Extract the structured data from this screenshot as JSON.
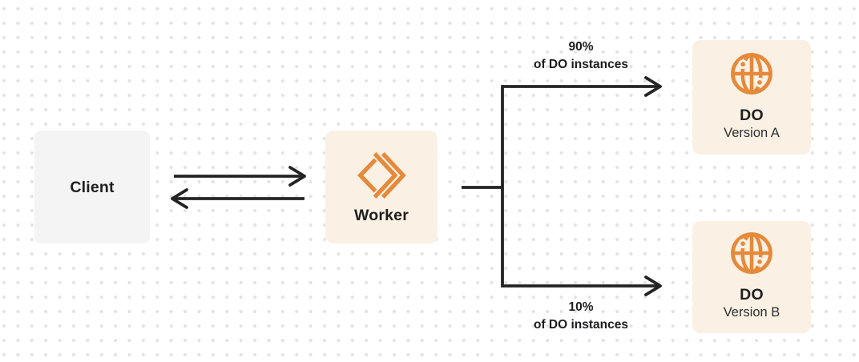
{
  "diagram": {
    "nodes": {
      "client": {
        "label": "Client"
      },
      "worker": {
        "label": "Worker",
        "icon": "workers-chevrons-icon"
      },
      "do_a": {
        "title": "DO",
        "subtitle": "Version A",
        "icon": "durable-object-globe-icon"
      },
      "do_b": {
        "title": "DO",
        "subtitle": "Version B",
        "icon": "durable-object-globe-icon"
      }
    },
    "edges": {
      "client_to_worker": {
        "type": "arrow-right"
      },
      "worker_to_client": {
        "type": "arrow-left"
      },
      "split_top": {
        "percent": "90%",
        "caption": "of DO instances",
        "target": "do_a"
      },
      "split_bottom": {
        "percent": "10%",
        "caption": "of DO instances",
        "target": "do_b"
      }
    },
    "colors": {
      "accent_orange": "#e5893b",
      "node_cream": "#faf1e4",
      "node_gray": "#f4f4f5",
      "line_dark": "#242424",
      "label_text": "#1d1d1f",
      "subtitle_text": "#2e2e30",
      "dot_grid": "#e3e3e3",
      "background": "#ffffff"
    }
  }
}
